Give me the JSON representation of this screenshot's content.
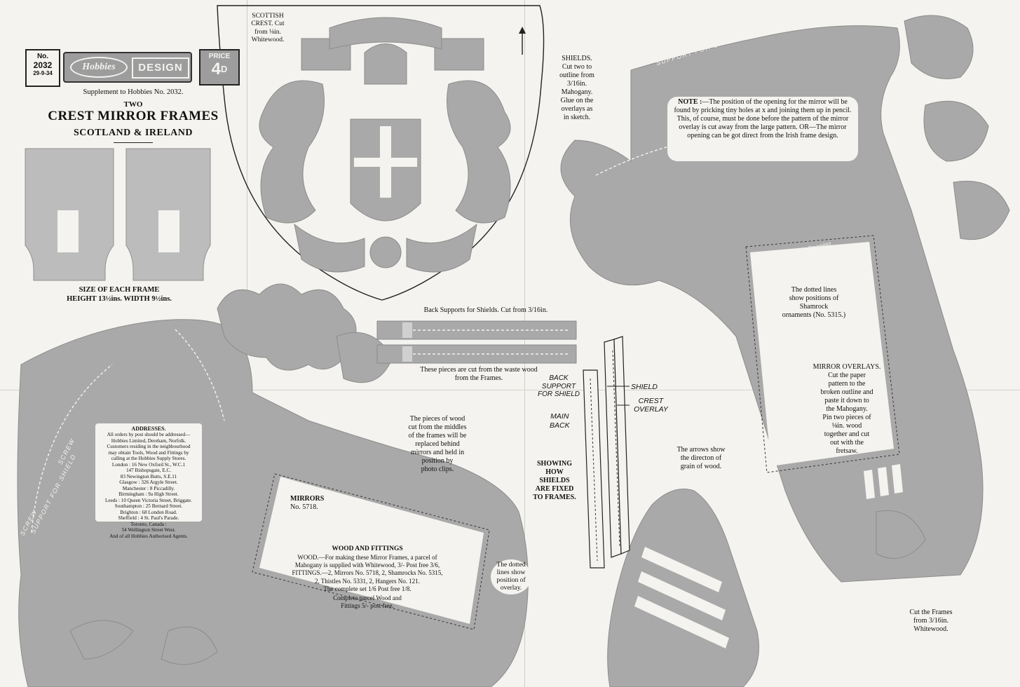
{
  "header": {
    "number_label": "No.",
    "number": "2032",
    "date": "29-9-34",
    "brand": "Hobbies",
    "design_label": "DESIGN",
    "price_label": "PRICE",
    "price": "4",
    "price_unit": "D"
  },
  "title": {
    "supplement": "Supplement to Hobbies No. 2032.",
    "two": "TWO",
    "main": "CREST MIRROR FRAMES",
    "sub": "SCOTLAND & IRELAND"
  },
  "size_note": {
    "line1": "SIZE OF EACH FRAME",
    "line2": "HEIGHT 13½ins.  WIDTH 9½ins."
  },
  "scottish_crest": {
    "line1": "SCOTTISH",
    "line2": "CREST.  Cut",
    "line3": "from ⅛in.",
    "line4": "Whitewood."
  },
  "shields": {
    "line1": "SHIELDS.",
    "line2": "Cut two to",
    "line3": "outline from",
    "line4": "3/16in.",
    "line5": "Mahogany.",
    "line6": "Glue on the",
    "line7": "overlays as",
    "line8": "in sketch."
  },
  "note": {
    "label": "NOTE :",
    "text": "—The position of the opening for the mirror will be found by pricking tiny holes at x and joining them up in pencil.  This, of course, must be done before the pattern of the mirror overlay is cut away from the large pattern.  OR—The mirror opening can be got direct from the Irish frame design."
  },
  "back_supports": {
    "title": "Back Supports for Shields.  Cut from 3/16in.",
    "waste_line1": "These pieces are cut from the waste wood",
    "waste_line2": "from the Frames."
  },
  "diagram": {
    "back_support": "BACK",
    "back_support2": "SUPPORT",
    "back_support3": "FOR SHIELD",
    "shield": "SHIELD",
    "crest": "CREST",
    "overlay": "OVERLAY",
    "main": "MAIN",
    "back": "BACK",
    "showing1": "SHOWING",
    "showing2": "HOW SHIELDS",
    "showing3": "ARE FIXED",
    "showing4": "TO FRAMES."
  },
  "screw_labels": {
    "screw": "SCREW",
    "support": "SUPPORT FOR SHIELD"
  },
  "mirror_opening_label": "Position of Mirror Opening",
  "shamrock_note": {
    "line1": "The dotted lines",
    "line2": "show positions of",
    "line3": "Shamrock",
    "line4": "ornaments (No. 5315.)"
  },
  "mirror_overlays": {
    "title": "MIRROR OVERLAYS.",
    "line1": "Cut the paper",
    "line2": "pattern to the",
    "line3": "broken outline and",
    "line4": "paste it down to",
    "line5": "the Mahogany.",
    "line6": "Pin two pieces of",
    "line7": "⅛in. wood",
    "line8": "together and cut",
    "line9": "out with the",
    "line10": "fretsaw."
  },
  "pieces_note": {
    "line1": "The pieces of wood",
    "line2": "cut from the middles",
    "line3": "of the frames will be",
    "line4": "replaced behind",
    "line5": "mirrors and held in",
    "line6": "position by",
    "line7": "photo clips."
  },
  "arrows_note": {
    "line1": "The arrows show",
    "line2": "the directon of",
    "line3": "grain of wood."
  },
  "addresses": {
    "title": "ADDRESSES.",
    "lines": [
      "All orders by post should be addressed—",
      "Hobbies Limited, Dereham, Norfolk.",
      "Customers residing in the neighbourhood",
      "may obtain Tools, Wood and Fittings by",
      "calling at the Hobbies Supply Stores.",
      "London : 16 New Oxford St., W.C.1",
      "147 Bishopsgate, E.C.",
      "83 Newington Butts, S.E.11",
      "Glasgow : 326 Argyle Street.",
      "Manchester : 8 Piccadilly.",
      "Birmingham : 9a High Street.",
      "Leeds : 10 Queen Victoria Street, Briggate.",
      "Southampton : 25 Bernard Street.",
      "Brighton : 68 London Road.",
      "Sheffield : 4 St. Paul's Parade.",
      "Toronto, Canada :",
      "54 Wellington Street West.",
      "And of all Hobbies Authorised Agents."
    ]
  },
  "mirrors": {
    "line1": "MIRRORS",
    "line2": "No. 5718."
  },
  "wood_fittings": {
    "title": "WOOD AND FITTINGS",
    "line1": "WOOD.—For making these Mirror Frames, a parcel of",
    "line2": "Mahogany is supplied with Whitewood, 3/- Post free 3/6,",
    "line3": "FITTINGS.—2, Mirrors No. 5718,  2, Shamrocks No. 5315,",
    "line4": "2, Thistles No. 5331,     2, Hangers No. 121.",
    "line5": "The complete set 1/6  Post free 1/8.",
    "line6": "Complete parcel Wood and",
    "line7": "Fittings 5/- post free."
  },
  "dotted_overlay_note": {
    "line1": "The dotted",
    "line2": "lines show",
    "line3": "position of",
    "line4": "overlay."
  },
  "cut_frames": {
    "line1": "Cut the Frames",
    "line2": "from 3/16in.",
    "line3": "Whitewood."
  }
}
